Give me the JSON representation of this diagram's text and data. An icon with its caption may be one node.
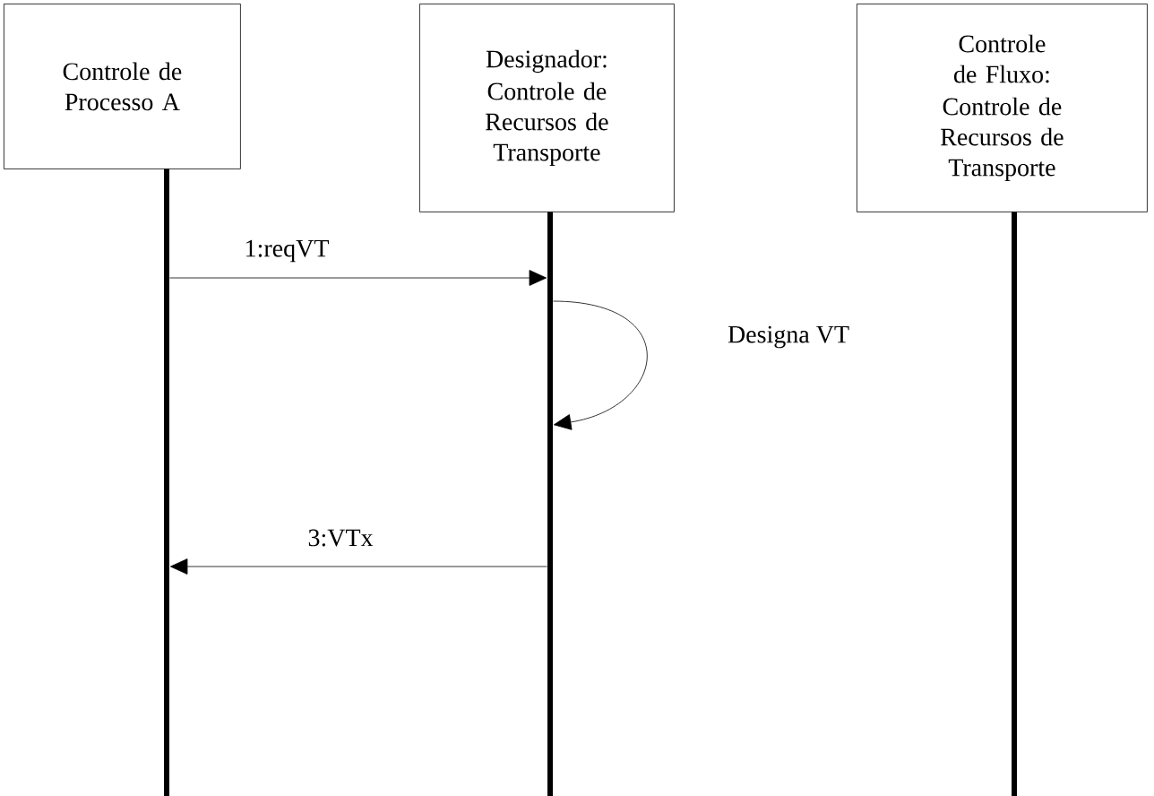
{
  "diagram": {
    "nodes": [
      {
        "text": [
          "Controle de Processo A"
        ]
      },
      {
        "text": [
          "Designador:",
          "Controle de Recursos de Transporte"
        ]
      },
      {
        "text": [
          "Controle de Fluxo:",
          "Controle de Recursos de Transporte"
        ]
      },
      {
        "text": [],
        "shape": "bar"
      },
      {
        "text": [],
        "shape": "bar"
      },
      {
        "text": [],
        "shape": "bar"
      }
    ],
    "edges": [
      {
        "from": 3,
        "to": 4,
        "arrow": "to",
        "label": "1:reqVT"
      },
      {
        "from": 4,
        "to": 4,
        "arrow": "to",
        "label": "Designa VT"
      },
      {
        "from": 4,
        "to": 3,
        "arrow": "to",
        "label": "3:VTx"
      }
    ]
  }
}
